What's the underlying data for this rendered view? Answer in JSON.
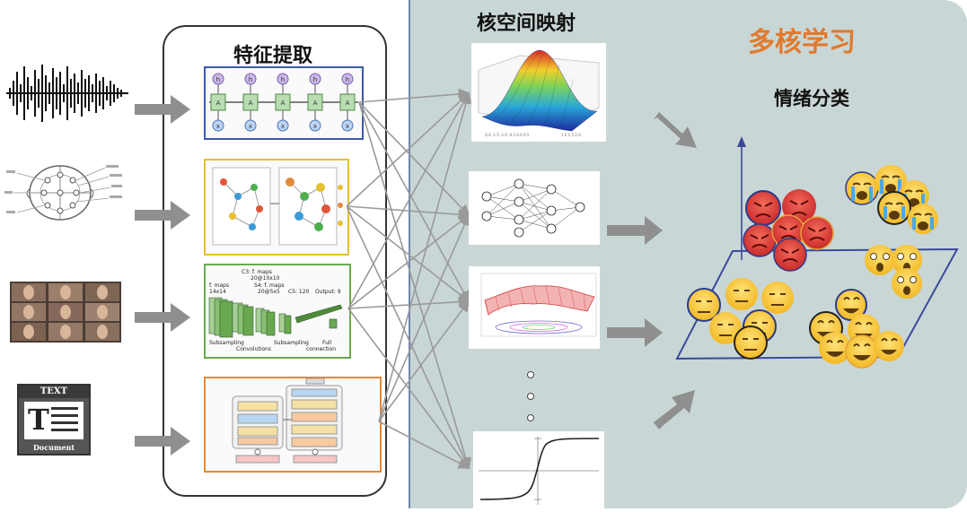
{
  "feature_extraction": {
    "title": "特征提取"
  },
  "kernel_mapping": {
    "title": "核空间映射"
  },
  "multiple_kernel_learning": {
    "title": "多核学习",
    "title_color": "#e07a2e"
  },
  "emotion_classification": {
    "title": "情绪分类"
  },
  "inputs": {
    "text_doc_header": "TEXT",
    "text_doc_footer": "Document"
  },
  "modules": {
    "rnn": {
      "node_top": "h",
      "node_mid": "A",
      "node_bottom": "x",
      "border_color": "#3d5aa8"
    },
    "gnn": {
      "border_color": "#e6c02e"
    },
    "cnn": {
      "border_color": "#6aa84f",
      "label_c3": "C3: f. maps",
      "label_c3_size": "20@10x10",
      "label_s4": "S4: f. maps",
      "label_s4_size": "20@5x5",
      "label_c5": "C5: 120",
      "label_output": "Output: 9",
      "label_f": "f. maps",
      "label_f_size": "14x14",
      "label_sub1": "Subsampling",
      "label_conv": "Convolutions",
      "label_sub2": "Subsampling",
      "label_full": "Full",
      "label_full2": "connection"
    },
    "transformer": {
      "border_color": "#e08a3c"
    }
  },
  "colors": {
    "panel_bg": "#c9d6d6",
    "arrow_block": "#8f8f8f",
    "arrow_line": "#9a9a9a"
  }
}
